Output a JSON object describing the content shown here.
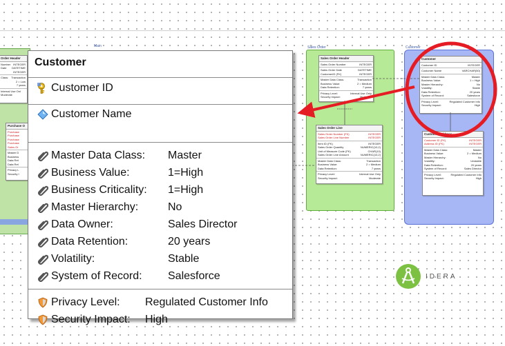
{
  "subject_areas": {
    "main": "Main",
    "sales_order": "Sales Order",
    "customer_area": "Customer"
  },
  "left_entities": {
    "header_title": "Order Header",
    "header_rows": [
      [
        "Number",
        "INTEGER"
      ],
      [
        "Date",
        "DATETIME"
      ],
      [
        "",
        "INTEGER"
      ]
    ],
    "header_props": [
      [
        "Class:",
        "Transaction"
      ],
      [
        "",
        "2 = Low"
      ],
      [
        "",
        "7 years"
      ]
    ],
    "header_footer": [
      "Internal Use Onl",
      "Moderate"
    ],
    "purchase_title": "Purchase O",
    "purchase_rows": [
      "Purchase",
      "Purchase",
      "Purchase",
      "Purchase",
      "Sales Or"
    ],
    "purchase_props": [
      "Master D",
      "Business",
      "Data Ret",
      "Data Ret"
    ],
    "purchase_footer": [
      "Privacy L",
      "Security I"
    ]
  },
  "sales_order_header": {
    "title": "Sales Order Header",
    "key": [
      [
        "Sales Order Number",
        "INTEGER"
      ]
    ],
    "attrs": [
      [
        "Sales Order Date",
        "DATETIME"
      ],
      [
        "CustomerID (FK)",
        "INTEGER"
      ]
    ],
    "props": [
      [
        "Master Data Class:",
        "Transaction"
      ],
      [
        "Business Value:",
        "2 = Medium"
      ],
      [
        "Data Retention:",
        "7 years"
      ]
    ],
    "footer": [
      [
        "Privacy Level:",
        "Internal Use Only"
      ],
      [
        "Security Impact:",
        "Moderate"
      ]
    ]
  },
  "sales_order_line": {
    "title": "Sales Order Line",
    "key": [
      [
        "Sales Order Number (FK)",
        "INTEGER"
      ],
      [
        "Sales Order Line Number",
        "INTEGER"
      ]
    ],
    "attrs": [
      [
        "Item ID (FK)",
        "INTEGER"
      ],
      [
        "Sales Order Quantity",
        "NUMERIC(10,2)"
      ],
      [
        "Unit of Measure Code (FK)",
        "CHAR(10)"
      ],
      [
        "Sales Order Line Amount",
        "NUMERIC(10,2)"
      ]
    ],
    "props": [
      [
        "Master Data Class:",
        "Transaction"
      ],
      [
        "Business Value:",
        "2 = Medium"
      ],
      [
        "Data Retention:",
        "7 years"
      ]
    ],
    "footer": [
      [
        "Privacy Level:",
        "Internal Use Only"
      ],
      [
        "Security Impact:",
        "Moderate"
      ]
    ]
  },
  "customer_mini": {
    "title": "Customer",
    "key": [
      [
        "Customer ID",
        "INTEGER"
      ]
    ],
    "attrs": [
      [
        "Customer Name",
        "VARCHAR(50)"
      ]
    ],
    "props": [
      [
        "Master Data Class:",
        "Master"
      ],
      [
        "Business Value:",
        "1 = High"
      ],
      [
        "Master Hierarchy:",
        "No"
      ],
      [
        "Volatility:",
        "Stable"
      ],
      [
        "Data Retention:",
        "20 years"
      ],
      [
        "System of Record:",
        "Salesforce"
      ]
    ],
    "footer": [
      [
        "Privacy Level:",
        "Regulated Customer Info"
      ],
      [
        "Security Impact:",
        "High"
      ]
    ]
  },
  "customer_address": {
    "title": "Customer Address",
    "key": [
      [
        "Customer ID (FK)",
        "INTEGER"
      ],
      [
        "Address ID (FK)",
        "INTEGER"
      ]
    ],
    "props": [
      [
        "Master Data Class:",
        "Master"
      ],
      [
        "Business Value:",
        "2 = Medium"
      ],
      [
        "Master Hierarchy:",
        "No"
      ],
      [
        "Volatility:",
        "Unstable"
      ],
      [
        "Data Retention:",
        "20 years"
      ],
      [
        "System of Record:",
        "Sales Director"
      ]
    ],
    "footer": [
      [
        "Privacy Level:",
        "Regulated Customer Info"
      ],
      [
        "Security Impact:",
        "High"
      ]
    ]
  },
  "callout": {
    "title": "Customer",
    "key_attribute": "Customer ID",
    "attribute": "Customer Name",
    "properties": [
      {
        "label": "Master Data Class:",
        "value": "Master"
      },
      {
        "label": "Business Value:",
        "value": "1=High"
      },
      {
        "label": "Business Criticality:",
        "value": "1=High"
      },
      {
        "label": "Master Hierarchy:",
        "value": "No"
      },
      {
        "label": "Data Owner:",
        "value": "Sales Director"
      },
      {
        "label": "Data Retention:",
        "value": "20 years"
      },
      {
        "label": "Volatility:",
        "value": "Stable"
      },
      {
        "label": "System of Record:",
        "value": "Salesforce"
      }
    ],
    "security": [
      {
        "label": "Privacy Level:",
        "value": "Regulated Customer Info"
      },
      {
        "label": "Security Impact:",
        "value": "High"
      }
    ]
  },
  "logo": {
    "text": "IDERA"
  },
  "colors": {
    "highlight_red": "#e51c23",
    "green_area": "#b7ea97",
    "blue_area": "#a7b7f6",
    "logo_green": "#7cc142"
  }
}
